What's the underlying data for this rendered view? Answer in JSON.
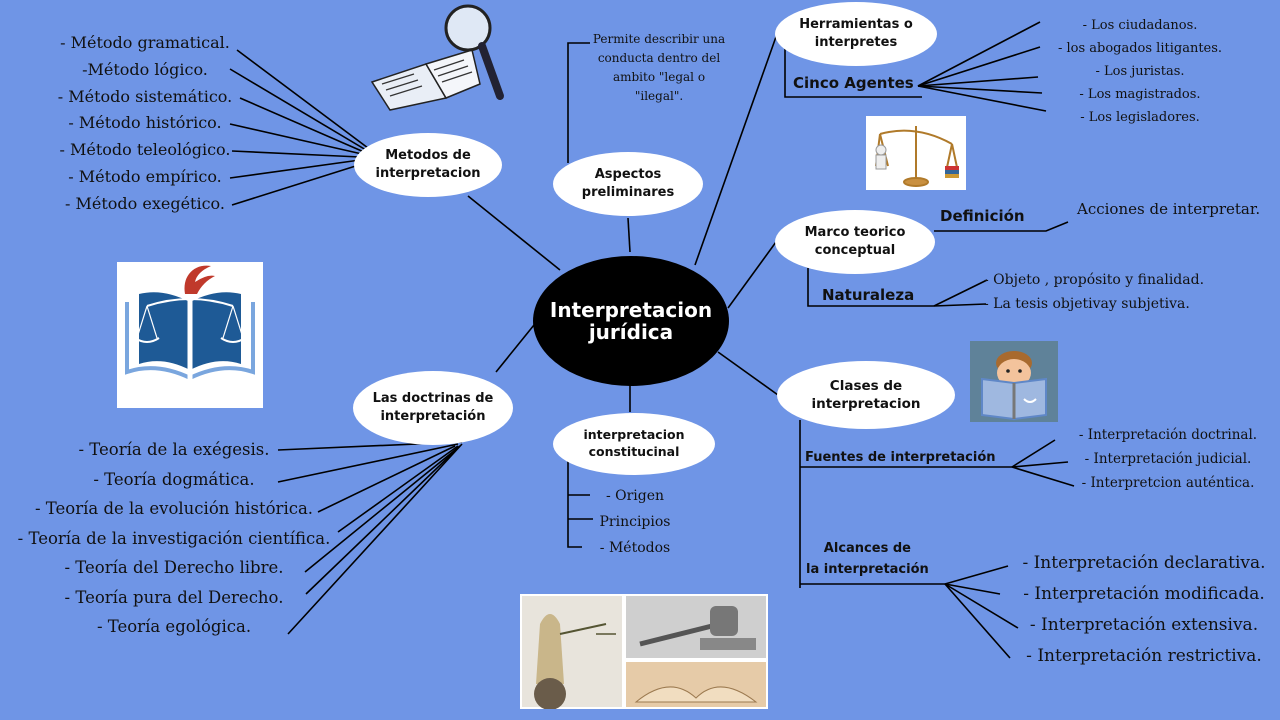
{
  "central": {
    "line1": "Interpretacion",
    "line2": "jurídica"
  },
  "metodos": {
    "title1": "Metodos de",
    "title2": "interpretacion",
    "items": [
      "- Método gramatical.",
      "-Método  lógico.",
      "- Método sistemático.",
      "- Método histórico.",
      "- Método teleológico.",
      "- Método empírico.",
      "- Método exegético."
    ]
  },
  "aspectos": {
    "title1": "Aspectos",
    "title2": "preliminares",
    "description": [
      "Permite describir una",
      "conducta dentro del",
      "ambito \"legal o",
      "\"ilegal\"."
    ]
  },
  "herramientas": {
    "title1": "Herramientas o",
    "title2": "interpretes",
    "sublabel": "Cinco Agentes",
    "items": [
      "- Los ciudadanos.",
      "- los abogados litigantes.",
      "- Los juristas.",
      "- Los magistrados.",
      "- Los legisladores."
    ]
  },
  "marco": {
    "title1": "Marco teorico",
    "title2": "conceptual",
    "definicion_label": "Definición",
    "definicion_text": "Acciones de interpretar.",
    "naturaleza_label": "Naturaleza",
    "naturaleza_items": [
      "- Objeto , propósito y finalidad.",
      "- La tesis objetivay subjetiva."
    ]
  },
  "clases": {
    "title1": "Clases de",
    "title2": "interpretacion",
    "fuentes_label": "Fuentes de interpretación",
    "fuentes_items": [
      "- Interpretación doctrinal.",
      "- Interpretación judicial.",
      "- Interpretcion auténtica."
    ],
    "alcances_label1": "Alcances de",
    "alcances_label2": "la interpretación",
    "alcances_items": [
      "- Interpretación declarativa.",
      "- Interpretación modificada.",
      "- Interpretación extensiva.",
      "- Interpretación restrictiva."
    ]
  },
  "constitucional": {
    "title1": "interpretacion",
    "title2": "constitucinal",
    "items": [
      "- Origen",
      "Principios",
      "- Métodos"
    ]
  },
  "doctrinas": {
    "title1": "Las doctrinas de",
    "title2": "interpretación",
    "items": [
      "- Teoría de la exégesis.",
      "- Teoría dogmática.",
      "- Teoría de la evolución histórica.",
      "- Teoría de la investigación científica.",
      "- Teoría del Derecho libre.",
      "- Teoría pura del Derecho.",
      "- Teoría egológica."
    ]
  },
  "images": {
    "book_magnifier": "book-magnifier-illustration",
    "scales_person_books": "scales-person-books-illustration",
    "law_logo": "law-book-scales-logo",
    "child_reading": "child-reading-illustration",
    "justice_collage": "justice-gavel-book-collage"
  },
  "colors": {
    "background": "#6f95e6",
    "node": "#ffffff",
    "central": "#000000",
    "line": "#000000"
  }
}
